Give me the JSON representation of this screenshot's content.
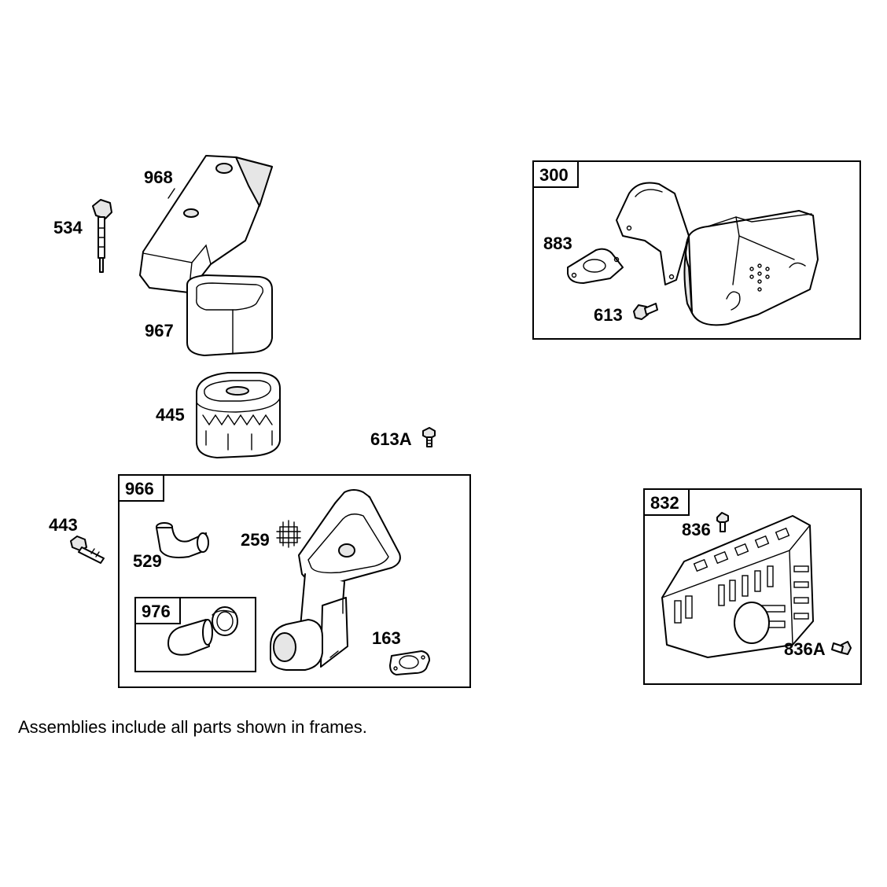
{
  "labels": {
    "p968": "968",
    "p534": "534",
    "p967": "967",
    "p445": "445",
    "p613a": "613A",
    "p443": "443",
    "p529": "529",
    "p259": "259",
    "p163": "163",
    "p883": "883",
    "p613": "613",
    "p836": "836",
    "p836a": "836A"
  },
  "frames": {
    "f966": "966",
    "f976": "976",
    "f300": "300",
    "f832": "832"
  },
  "caption": "Assemblies include all parts shown in frames."
}
